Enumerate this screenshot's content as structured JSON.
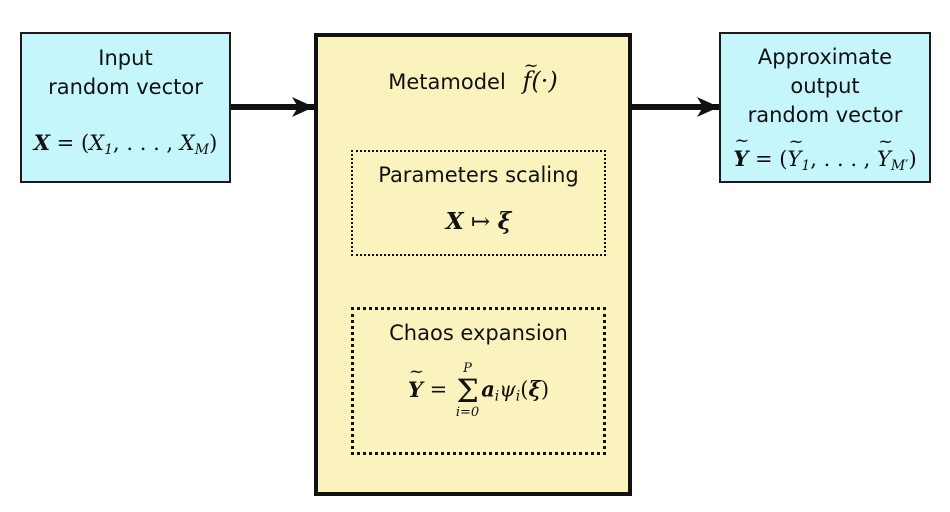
{
  "input": {
    "title_line1": "Input",
    "title_line2": "random vector",
    "formula": {
      "var": "X",
      "eq": " = (",
      "x1": "X",
      "x1_sub": "1",
      "mid": ", . . . , ",
      "xm": "X",
      "xm_sub": "M",
      "close": ")"
    }
  },
  "metamodel": {
    "title": "Metamodel",
    "func": "f(·)",
    "params": {
      "title": "Parameters scaling",
      "lhs": "X",
      "arrow": " ↦ ",
      "rhs": "ξ"
    },
    "chaos": {
      "title": "Chaos expansion",
      "lhs": "Y",
      "eq": " = ",
      "sum_top": "P",
      "sum_sym": "Σ",
      "sum_bot": "i=0",
      "term_a": "a",
      "term_a_sub": "i",
      "term_psi": "ψ",
      "term_psi_sub": "i",
      "term_arg_open": "(",
      "term_arg": "ξ",
      "term_arg_close": ")"
    }
  },
  "output": {
    "title_line1": "Approximate",
    "title_line2": "output",
    "title_line3": "random vector",
    "formula": {
      "var": "Y",
      "eq": " = (",
      "y1": "Y",
      "y1_sub": "1",
      "mid": ", . . . , ",
      "ym": "Y",
      "ym_sub": "M′",
      "close": ")"
    }
  }
}
